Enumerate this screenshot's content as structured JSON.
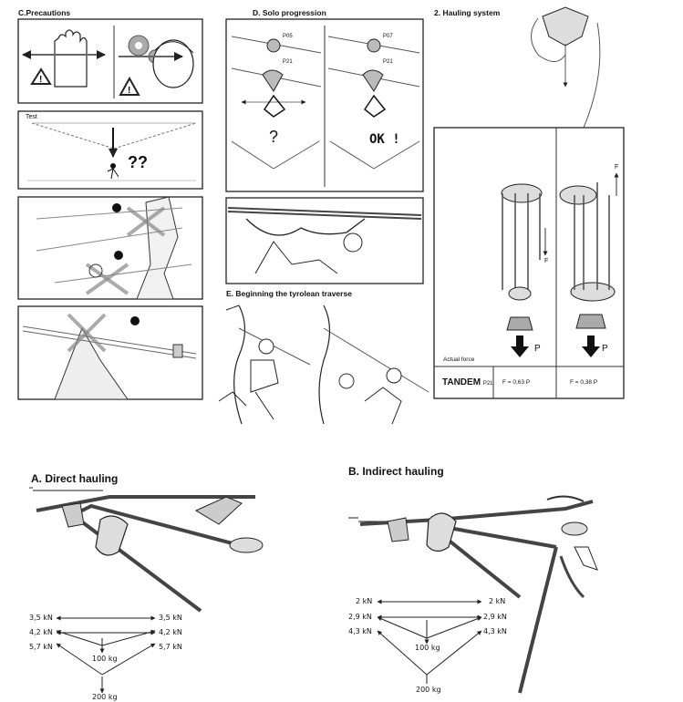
{
  "sections": {
    "precautions": "C.Precautions",
    "solo": "D. Solo progression",
    "hauling": "2. Hauling system",
    "tyrolean": "E. Beginning the tyrolean traverse",
    "direct": "A. Direct hauling",
    "indirect": "B. Indirect hauling"
  },
  "panel_c2": {
    "test": "Test",
    "question": "??"
  },
  "panel_d": {
    "p05": "P05",
    "p07": "P07",
    "p21_left": "P21",
    "p21_right": "P21",
    "question": "?",
    "ok": "OK !"
  },
  "hauling_table": {
    "actual_force": "Actual force",
    "tandem": "TANDEM",
    "tandem_sub": "P21",
    "force_left": "F = 0,63 P",
    "force_right": "F = 0,38 P",
    "p_left": "P",
    "p_right": "P",
    "f_left": "F",
    "f_right": "F"
  },
  "direct_forces": {
    "l1": "3,5 kN",
    "r1": "3,5 kN",
    "l2": "4,2 kN",
    "r2": "4,2 kN",
    "l3": "5,7 kN",
    "r3": "5,7 kN",
    "mass_mid": "100 kg",
    "mass_bottom": "200 kg"
  },
  "indirect_forces": {
    "l1": "2 kN",
    "r1": "2 kN",
    "l2": "2,9 kN",
    "r2": "2,9 kN",
    "l3": "4,3 kN",
    "r3": "4,3 kN",
    "mass_mid": "100 kg",
    "mass_bottom": "200 kg"
  }
}
